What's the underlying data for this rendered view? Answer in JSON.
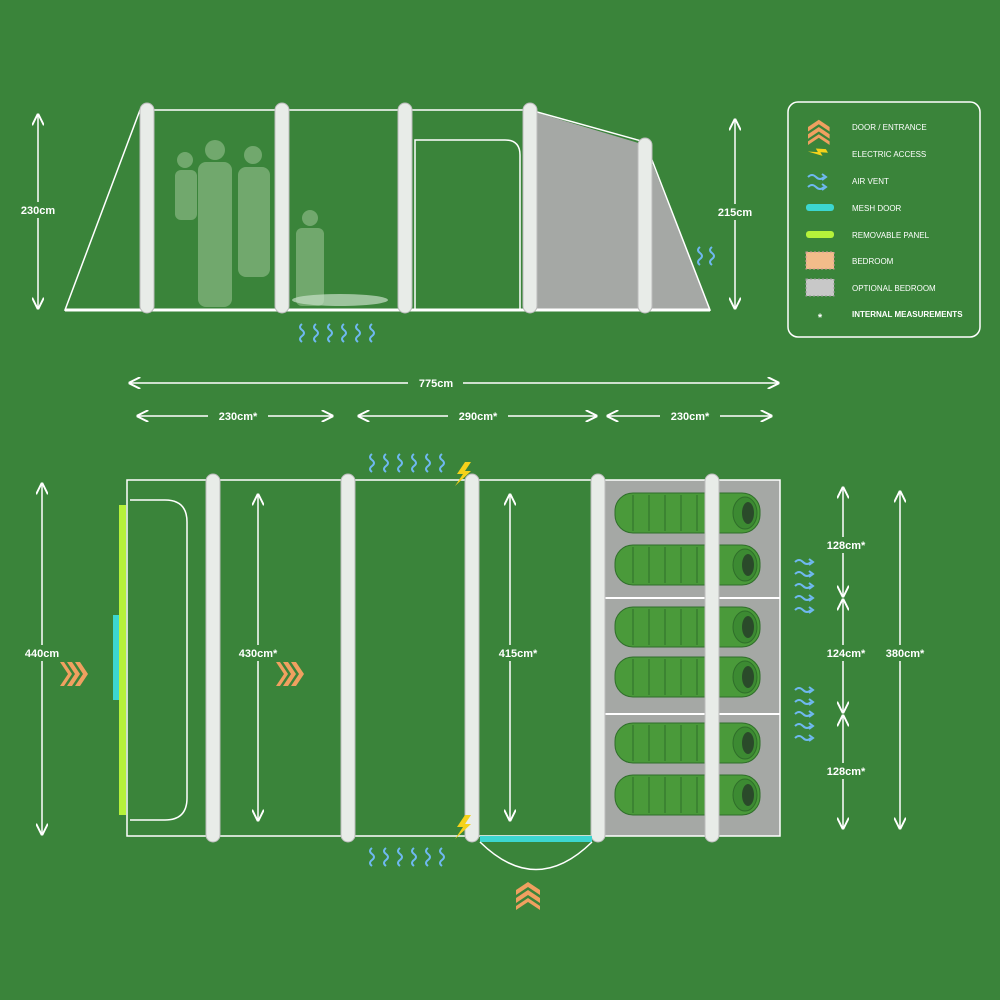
{
  "colors": {
    "background": "#3a843a",
    "beam": "#e8ece8",
    "optional_bedroom": "#a5a8a5",
    "door": "#f0a060",
    "vent": "#6fb8f0",
    "electric": "#f5d21a",
    "mesh": "#3cd6d0",
    "removable": "#b6f23a"
  },
  "side_view": {
    "height_left": "230cm",
    "height_right": "215cm"
  },
  "dimensions": {
    "total_length": "775cm",
    "section_1": "230cm*",
    "section_2": "290cm*",
    "section_3": "230cm*"
  },
  "floor_plan": {
    "width_outer": "440cm",
    "width_living": "430cm*",
    "width_middle": "415cm*",
    "bedroom_total": "380cm*",
    "bedroom_1": "128cm*",
    "bedroom_2": "124cm*",
    "bedroom_3": "128cm*"
  },
  "legend": {
    "items": [
      {
        "label": "DOOR / ENTRANCE",
        "icon": "door-chevron-icon"
      },
      {
        "label": "ELECTRIC ACCESS",
        "icon": "lightning-icon"
      },
      {
        "label": "AIR VENT",
        "icon": "air-vent-icon"
      },
      {
        "label": "MESH DOOR",
        "icon": "mesh-door-icon"
      },
      {
        "label": "REMOVABLE PANEL",
        "icon": "removable-panel-icon"
      },
      {
        "label": "BEDROOM",
        "icon": "bedroom-swatch-icon"
      },
      {
        "label": "OPTIONAL BEDROOM",
        "icon": "optional-bedroom-swatch-icon"
      },
      {
        "label": "INTERNAL MEASUREMENTS",
        "icon": "asterisk-icon",
        "symbol": "*"
      }
    ]
  }
}
